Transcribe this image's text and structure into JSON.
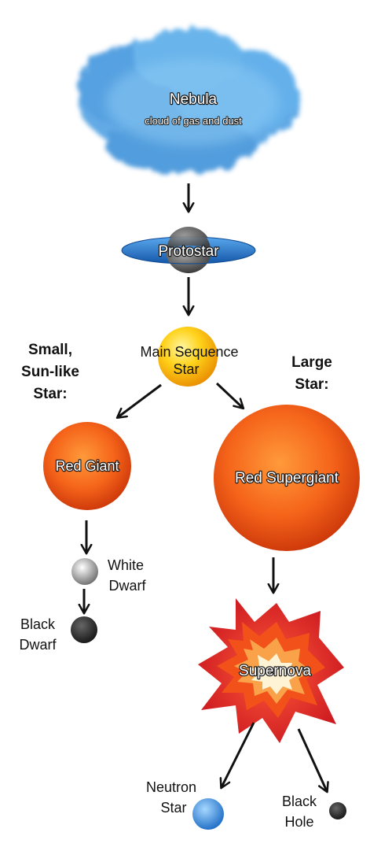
{
  "nodes": {
    "nebula": {
      "title": "Nebula",
      "subtitle": "cloud of gas and dust"
    },
    "protostar": {
      "label": "Protostar"
    },
    "main_sequence": {
      "line1": "Main Sequence",
      "line2": "Star"
    },
    "red_giant": {
      "label": "Red Giant"
    },
    "white_dwarf": {
      "line1": "White",
      "line2": "Dwarf"
    },
    "black_dwarf": {
      "line1": "Black",
      "line2": "Dwarf"
    },
    "red_supergiant": {
      "label": "Red Supergiant"
    },
    "supernova": {
      "label": "Supernova"
    },
    "neutron_star": {
      "line1": "Neutron",
      "line2": "Star"
    },
    "black_hole": {
      "line1": "Black",
      "line2": "Hole"
    }
  },
  "branches": {
    "small": {
      "line1": "Small,",
      "line2": "Sun-like",
      "line3": "Star:"
    },
    "large": {
      "line1": "Large",
      "line2": "Star:"
    }
  },
  "colors": {
    "nebula": "#4a9be0",
    "protostar_disk": "#1f6fc8",
    "main_sequence": "#f2b400",
    "red_giant": "#f05a10",
    "supernova_outer": "#e0202a",
    "neutron_star": "#3a8de0",
    "black_hole": "#333333"
  }
}
